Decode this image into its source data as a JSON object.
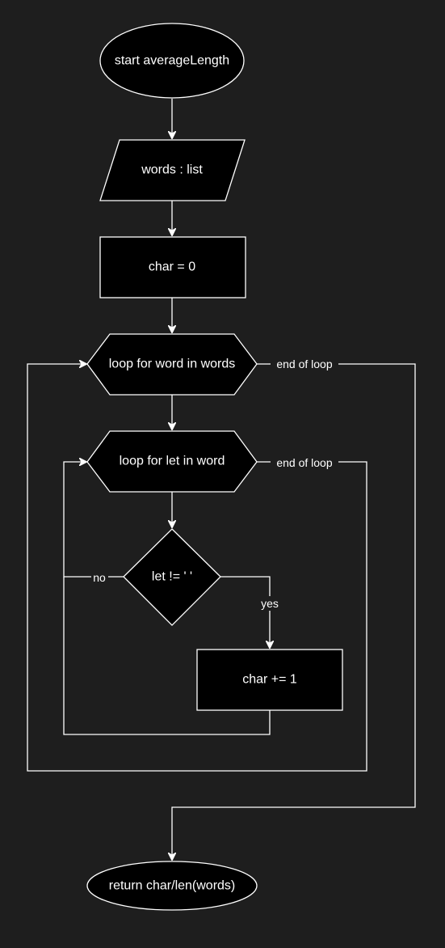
{
  "diagram": {
    "nodes": {
      "start": "start averageLength",
      "input": "words : list",
      "init": "char = 0",
      "outer_loop": "loop for word in words",
      "inner_loop": "loop for let in word",
      "decision": "let != ' '",
      "increment": "char += 1",
      "return": "return char/len(words)"
    },
    "edge_labels": {
      "outer_end": "end of loop",
      "inner_end": "end of loop",
      "no": "no",
      "yes": "yes"
    }
  }
}
